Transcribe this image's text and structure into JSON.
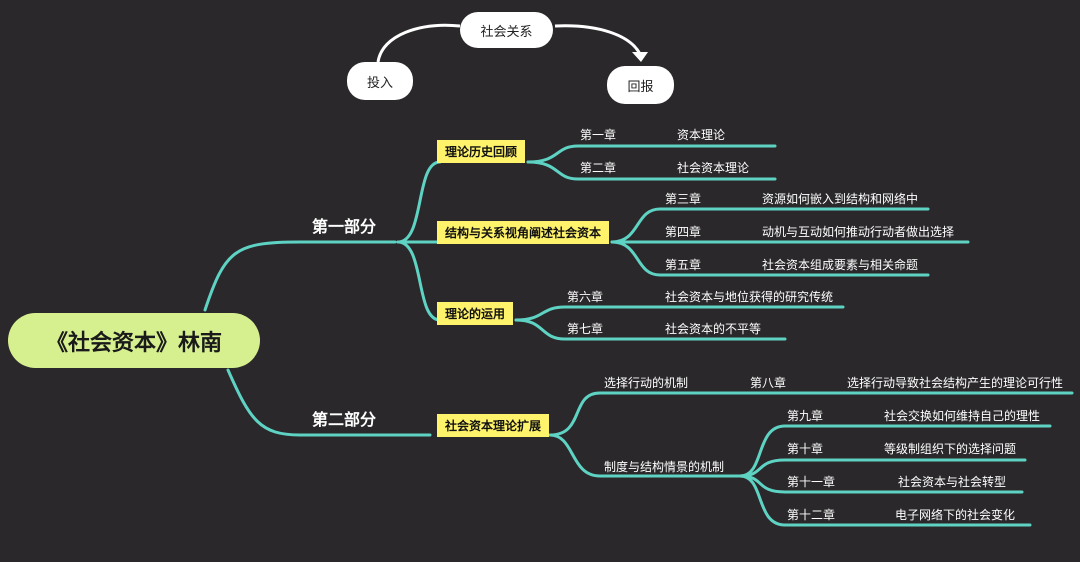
{
  "colors": {
    "background": "#2a282b",
    "branch": "#5fd3c3",
    "root_fill": "#d6f08f",
    "highlight": "#fff36b",
    "pill": "#ffffff"
  },
  "top": {
    "relation": "社会关系",
    "invest": "投入",
    "return": "回报"
  },
  "root": "《社会资本》林南",
  "parts": {
    "p1": "第一部分",
    "p2": "第二部分"
  },
  "topics": {
    "t1": "理论历史回顾",
    "t2": "结构与关系视角阐述社会资本",
    "t3": "理论的运用",
    "t4": "社会资本理论扩展"
  },
  "sub": {
    "s1": "选择行动的机制",
    "s2": "制度与结构情景的机制"
  },
  "chapters": [
    {
      "ch": "第一章",
      "title": "资本理论"
    },
    {
      "ch": "第二章",
      "title": "社会资本理论"
    },
    {
      "ch": "第三章",
      "title": "资源如何嵌入到结构和网络中"
    },
    {
      "ch": "第四章",
      "title": "动机与互动如何推动行动者做出选择"
    },
    {
      "ch": "第五章",
      "title": "社会资本组成要素与相关命题"
    },
    {
      "ch": "第六章",
      "title": "社会资本与地位获得的研究传统"
    },
    {
      "ch": "第七章",
      "title": "社会资本的不平等"
    },
    {
      "ch": "第八章",
      "title": "选择行动导致社会结构产生的理论可行性"
    },
    {
      "ch": "第九章",
      "title": "社会交换如何维持自己的理性"
    },
    {
      "ch": "第十章",
      "title": "等级制组织下的选择问题"
    },
    {
      "ch": "第十一章",
      "title": "社会资本与社会转型"
    },
    {
      "ch": "第十二章",
      "title": "电子网络下的社会变化"
    }
  ]
}
